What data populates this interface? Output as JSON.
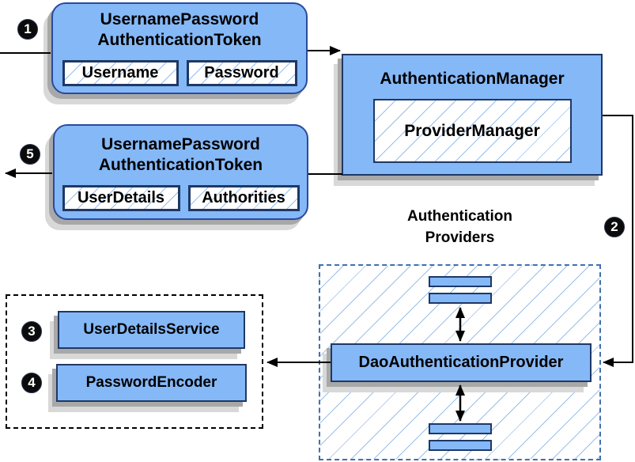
{
  "token_request": {
    "step": "1",
    "title_line1": "UsernamePassword",
    "title_line2": "AuthenticationToken",
    "fields": [
      "Username",
      "Password"
    ]
  },
  "auth_manager": {
    "title": "AuthenticationManager",
    "inner_label": "ProviderManager"
  },
  "token_response": {
    "step": "5",
    "title_line1": "UsernamePassword",
    "title_line2": "AuthenticationToken",
    "fields": [
      "UserDetails",
      "Authorities"
    ]
  },
  "providers_group": {
    "step": "2",
    "label_line1": "Authentication",
    "label_line2": "Providers",
    "provider_label": "DaoAuthenticationProvider"
  },
  "services_group": {
    "items": [
      {
        "step": "3",
        "label": "UserDetailsService"
      },
      {
        "step": "4",
        "label": "PasswordEncoder"
      }
    ]
  },
  "colors": {
    "box_fill": "#85B8F7",
    "box_border_dark": "#1F3864",
    "rounded_box_border": "#2A4AA0",
    "dashed_group_border": "#4070B0",
    "dotted_group_border": "#000000",
    "hatch_line": "#7DAFEB",
    "shadow_dark": "#A8A8A8",
    "shadow_light": "#D8D8D8",
    "connector": "#000000",
    "badge_background": "#0B0B0B",
    "badge_text": "#FFFFFF"
  }
}
